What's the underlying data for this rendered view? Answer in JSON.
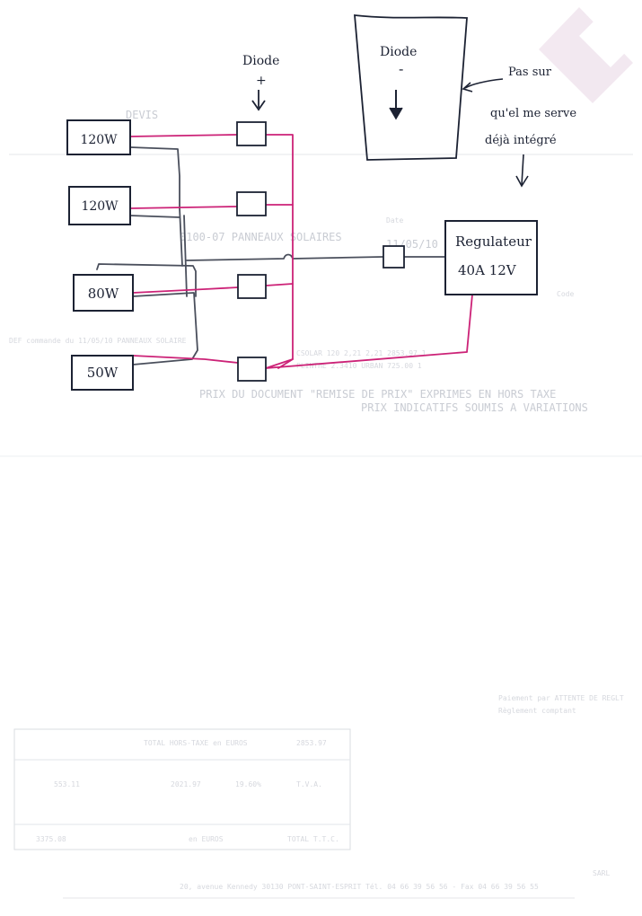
{
  "diagram": {
    "panels": [
      {
        "id": "p1",
        "label": "120W"
      },
      {
        "id": "p2",
        "label": "120W"
      },
      {
        "id": "p3",
        "label": "80W"
      },
      {
        "id": "p4",
        "label": "50W"
      }
    ],
    "diode_label": "Diode",
    "diode_plus": "+",
    "diode_detail": {
      "label": "Diode",
      "sign": "-"
    },
    "note": {
      "line1": "Pas sur",
      "line2": "qu'el me serve",
      "line3": "déjà intégré"
    },
    "regulator": {
      "line1": "Regulateur",
      "line2": "40A 12V"
    },
    "colors": {
      "wire_positive": "#cc2277",
      "wire_negative": "#4a4f5c",
      "ink": "#1c2233"
    }
  },
  "background_document": {
    "watermark_title": "DEVIS",
    "header": {
      "date_label": "Date",
      "date": "11/05/10",
      "ref": "0100-07 PANNEAUX SOLAIRES",
      "code": "Code"
    },
    "lines": [
      "DEF commande du 11/05/10 PANNEAUX SOLAIRE",
      "CSOLAR 120  2,21  2,21  2853.97  1",
      "PLINTHE 2.3410 URBAN  725.00  1"
    ],
    "notice1": "PRIX DU DOCUMENT \"REMISE DE PRIX\" EXPRIMES EN HORS TAXE",
    "notice2": "PRIX INDICATIFS SOUMIS A VARIATIONS",
    "payment1": "Paiement par ATTENTE DE REGLT",
    "payment2": "Règlement comptant",
    "totals": {
      "ht_label": "TOTAL HORS-TAXE en EUROS",
      "ht_value": "2853.97",
      "tva_label": "T.V.A.",
      "tva_rate": "19.60%",
      "tva_base": "2021.97",
      "tva_value": "553.11",
      "ttc_label": "TOTAL T.T.C.",
      "ttc_unit": "en EUROS",
      "ttc_value": "3375.08"
    },
    "footer_company": "SARL",
    "footer_address": "20, avenue Kennedy  30130 PONT-SAINT-ESPRIT  Tél. 04 66 39 56 56 - Fax 04 66 39 56 55"
  }
}
